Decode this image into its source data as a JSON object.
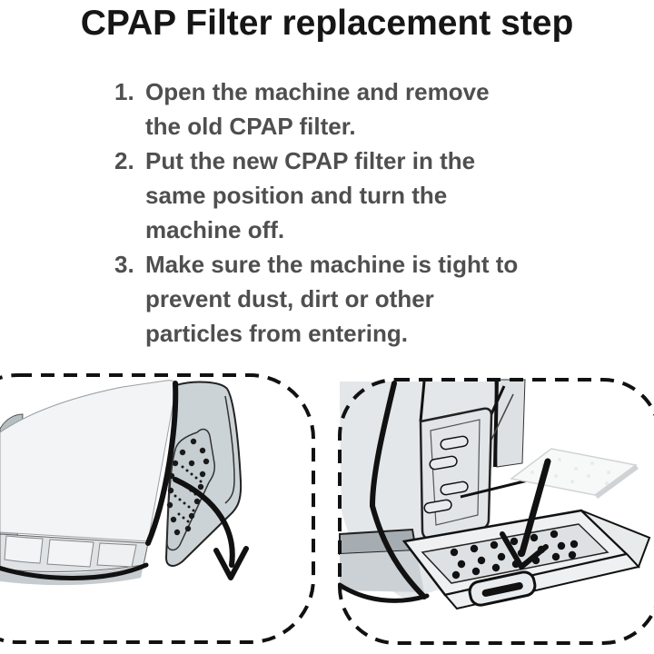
{
  "page": {
    "title": "CPAP Filter replacement step"
  },
  "steps": [
    {
      "number": "1.",
      "lines": [
        "Open the machine and remove",
        "the old CPAP filter."
      ]
    },
    {
      "number": "2.",
      "lines": [
        "Put the new CPAP filter in the",
        "same position and turn the",
        "machine off."
      ]
    },
    {
      "number": "3.",
      "lines": [
        "Make sure the machine is tight to",
        "prevent dust, dirt or other",
        "particles from entering."
      ]
    }
  ],
  "figures": [
    {
      "name": "open-machine-remove-old-filter"
    },
    {
      "name": "place-new-filter-in-tray"
    }
  ],
  "colors": {
    "title_text": "#161616",
    "body_text": "#4f4f4f",
    "outline": "#111111",
    "machine_light": "#f3f4f5",
    "machine_panel": "#ccd3d7",
    "machine_base": "#c5cbcf",
    "background": "#ffffff"
  }
}
